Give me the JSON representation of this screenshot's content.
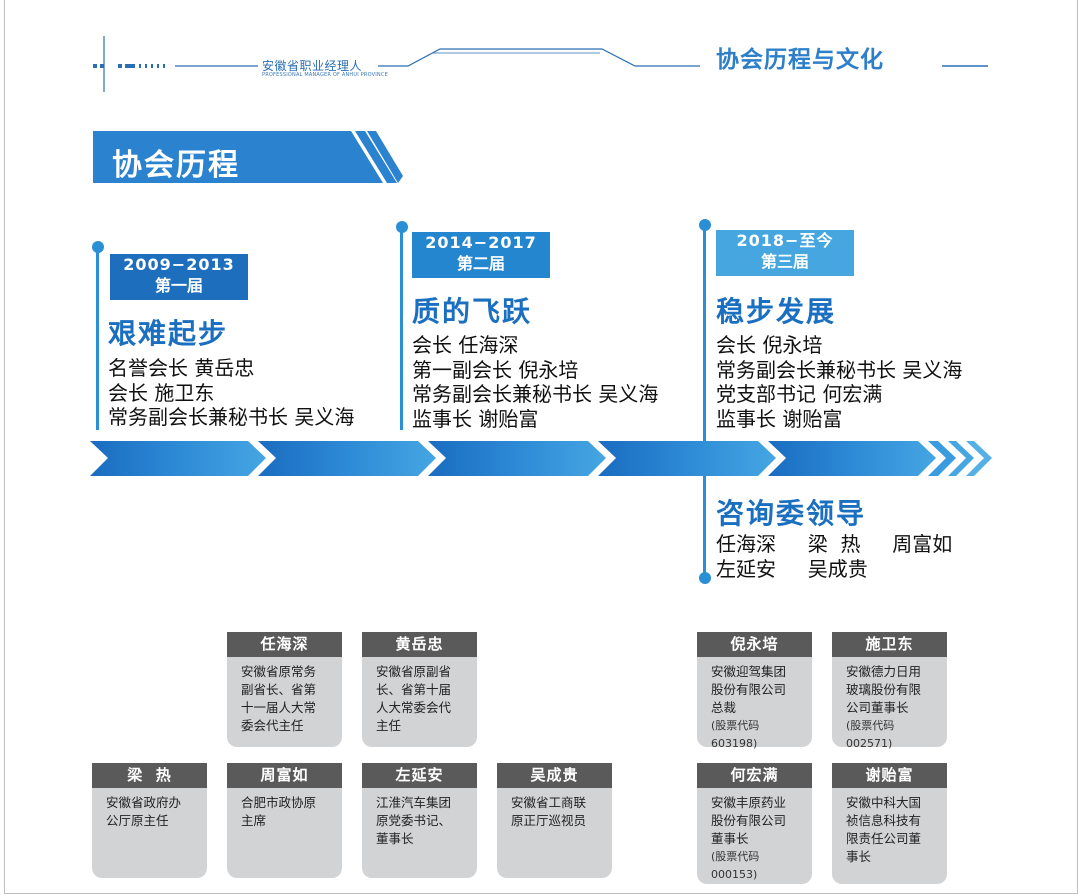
{
  "header": {
    "org_name": "安徽省职业经理人",
    "org_name_en": "PROFESSIONAL MANAGER OF ANHUI PROVINCE",
    "title": "协会历程与文化"
  },
  "section": {
    "title": "协会历程"
  },
  "colors": {
    "primary": "#1b6fc1",
    "accent": "#2b8fd6",
    "card_header": "#5a5a5a",
    "card_body": "#d2d3d5"
  },
  "eras": [
    {
      "years": "2009−2013",
      "term": "第一届",
      "title": "艰难起步",
      "lines": [
        "名誉会长  黄岳忠",
        "会长  施卫东",
        "常务副会长兼秘书长  吴义海"
      ]
    },
    {
      "years": "2014−2017",
      "term": "第二届",
      "title": "质的飞跃",
      "lines": [
        "会长  任海深",
        "第一副会长 倪永培",
        "常务副会长兼秘书长  吴义海",
        "监事长  谢贻富"
      ]
    },
    {
      "years": "2018−至今",
      "term": "第三届",
      "title": "稳步发展",
      "lines": [
        "会长  倪永培",
        "常务副会长兼秘书长  吴义海",
        "党支部书记  何宏满",
        "监事长  谢贻富"
      ]
    }
  ],
  "advisory": {
    "title": "咨询委领导",
    "lines": [
      "任海深     梁  热     周富如",
      "左延安     吴成贵"
    ]
  },
  "cards": [
    {
      "name": "任海深",
      "desc": [
        "安徽省原常务",
        "副省长、省第",
        "十一届人大常",
        "委会代主任"
      ],
      "code": ""
    },
    {
      "name": "黄岳忠",
      "desc": [
        "安徽省原副省",
        "长、省第十届",
        "人大常委会代",
        "主任"
      ],
      "code": ""
    },
    {
      "name": "倪永培",
      "desc": [
        "安徽迎驾集团",
        "股份有限公司",
        "总裁"
      ],
      "code": "(股票代码603198)"
    },
    {
      "name": "施卫东",
      "desc": [
        "安徽德力日用",
        "玻璃股份有限",
        "公司董事长"
      ],
      "code": "(股票代码002571)"
    },
    {
      "name": "梁  热",
      "desc": [
        "安徽省政府办",
        "公厅原主任"
      ],
      "code": ""
    },
    {
      "name": "周富如",
      "desc": [
        "合肥市政协原",
        "主席"
      ],
      "code": ""
    },
    {
      "name": "左延安",
      "desc": [
        "江淮汽车集团",
        "原党委书记、",
        "董事长"
      ],
      "code": ""
    },
    {
      "name": "吴成贵",
      "desc": [
        "安徽省工商联",
        "原正厅巡视员"
      ],
      "code": ""
    },
    {
      "name": "何宏满",
      "desc": [
        "安徽丰原药业",
        "股份有限公司",
        "董事长"
      ],
      "code": "(股票代码000153)"
    },
    {
      "name": "谢贻富",
      "desc": [
        "安徽中科大国",
        "祯信息科技有",
        "限责任公司董",
        "事长"
      ],
      "code": ""
    }
  ]
}
